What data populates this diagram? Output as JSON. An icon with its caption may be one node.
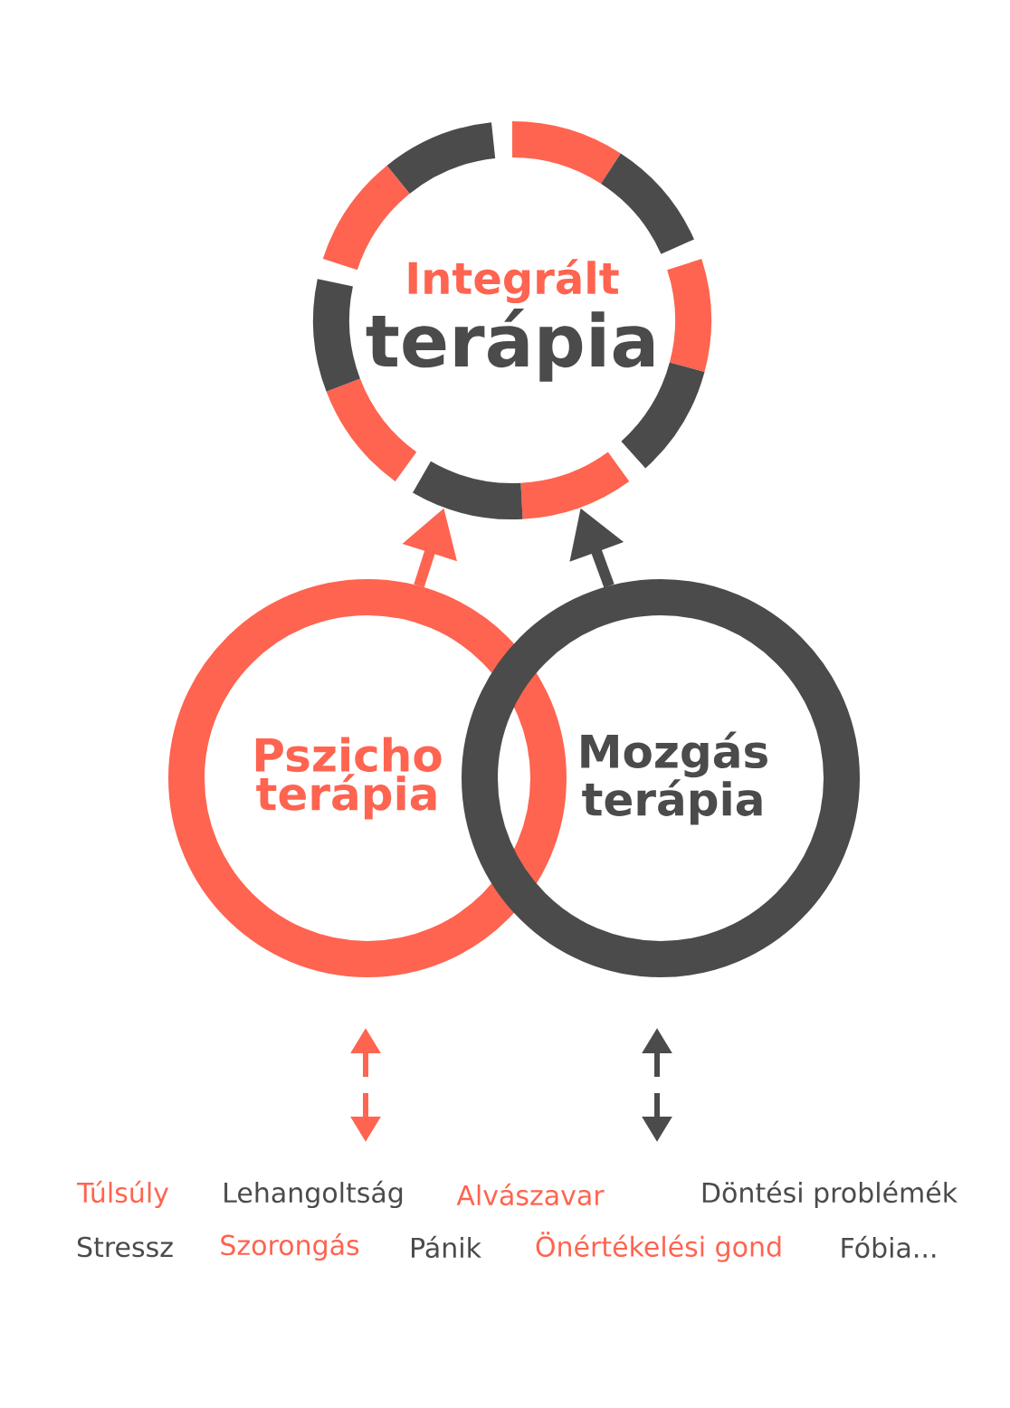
{
  "diagram": {
    "nodes": [
      {
        "text": [
          "Integrált",
          "terápia"
        ]
      },
      {
        "text": [
          "Pszicho terápia"
        ]
      },
      {
        "text": [
          "Mozgás terápia"
        ]
      }
    ],
    "edges": [
      {
        "from": 1,
        "to": 0,
        "arrow": "to",
        "color": "#fe6450"
      },
      {
        "from": 2,
        "to": 0,
        "arrow": "to",
        "color": "#4b4b4b"
      }
    ],
    "labels": [
      "Túlsúly",
      "Lehangoltság",
      "Alvászavar",
      "Döntési problémék",
      "Stressz",
      "Szorongás",
      "Pánik",
      "Önértékelési gond",
      "Fóbia..."
    ]
  }
}
